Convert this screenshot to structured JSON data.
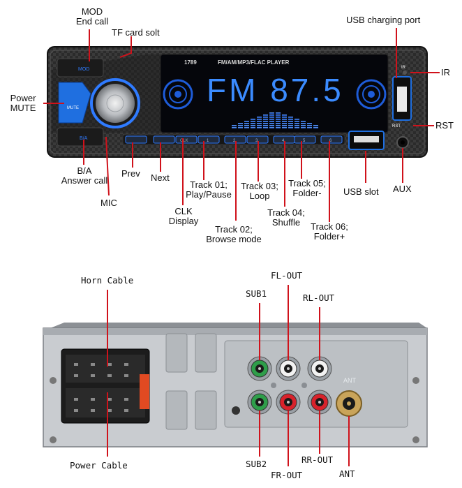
{
  "front_panel": {
    "model_number": "1789",
    "player_title": "FM/AM/MP3/FLAC PLAYER",
    "display_text": "FM 87.5",
    "mod_key": "MOD",
    "mute_key": "MUTE",
    "ba_key": "B/A",
    "rst_mark": "RST",
    "ir_mark": "IR",
    "clk_key": "CLK",
    "track_keys": [
      "1",
      "2",
      "3",
      "4",
      "5",
      "6"
    ]
  },
  "front_labels": {
    "mod": [
      "MOD",
      "End call"
    ],
    "tf_card": "TF card solt",
    "usb_charging": "USB charging port",
    "ir": "IR",
    "power": [
      "Power",
      "MUTE"
    ],
    "rst": "RST",
    "ba": [
      "B/A",
      "Answer call"
    ],
    "mic": "MIC",
    "prev": "Prev",
    "next": "Next",
    "clk": [
      "CLK",
      "Display"
    ],
    "track01": [
      "Track 01;",
      "Play/Pause"
    ],
    "track02": [
      "Track 02;",
      "Browse mode"
    ],
    "track03": [
      "Track 03;",
      "Loop"
    ],
    "track04": [
      "Track 04;",
      "Shuffle"
    ],
    "track05": [
      "Track 05;",
      "Folder-"
    ],
    "track06": [
      "Track 06;",
      "Folder+"
    ],
    "usb_slot": "USB slot",
    "aux": "AUX"
  },
  "back_labels": {
    "horn_cable": "Horn Cable",
    "power_cable": "Power Cable",
    "sub1": "SUB1",
    "sub2": "SUB2",
    "fl_out": "FL-OUT",
    "fr_out": "FR-OUT",
    "rl_out": "RL-OUT",
    "rr_out": "RR-OUT",
    "ant": "ANT",
    "ant_mark": "ANT"
  },
  "colors": {
    "pointer": "#d0121b",
    "display_blue": "#2f7bff",
    "chassis": "#c9ccd0"
  }
}
